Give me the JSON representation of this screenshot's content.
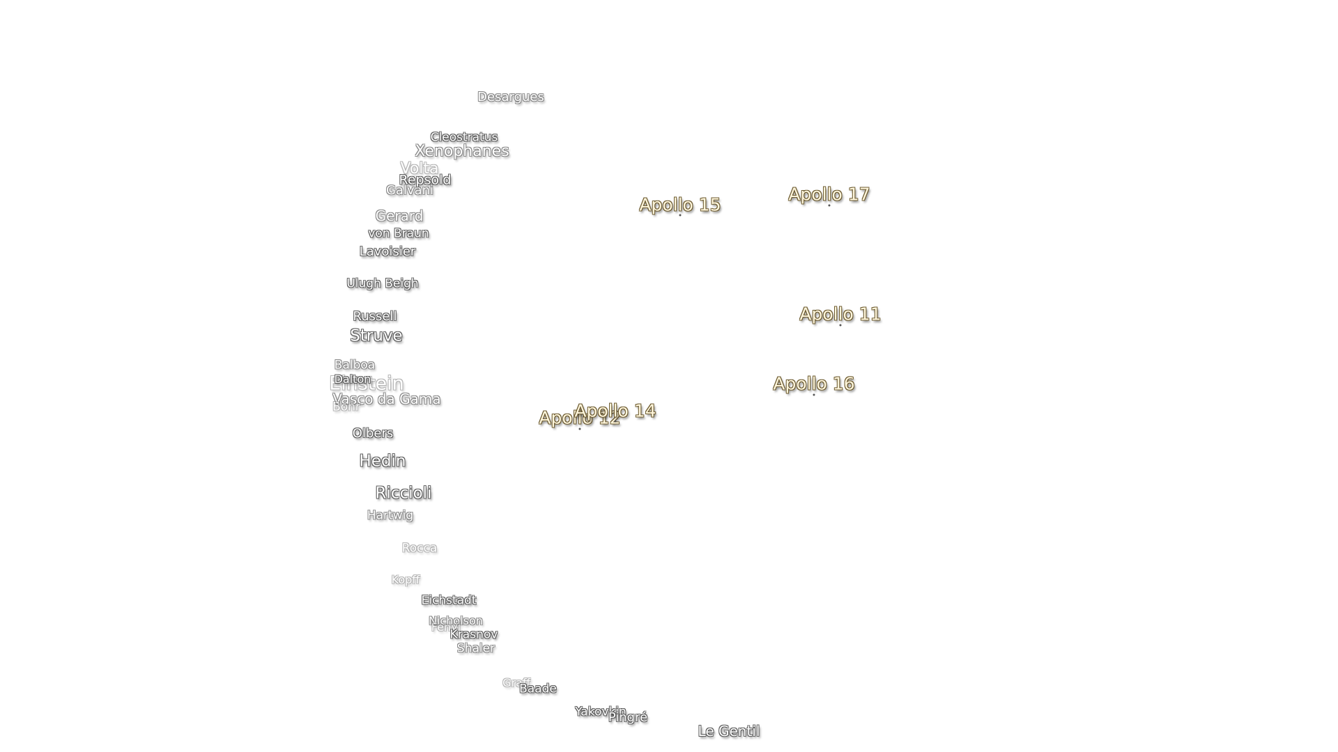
{
  "map": {
    "craters": [
      {
        "name": "Desargues",
        "tier": "mid"
      },
      {
        "name": "Cleostratus",
        "tier": "normal"
      },
      {
        "name": "Xenophanes",
        "tier": "mid"
      },
      {
        "name": "Volta",
        "tier": "faint"
      },
      {
        "name": "Repsold",
        "tier": "normal"
      },
      {
        "name": "Galvani",
        "tier": "mid"
      },
      {
        "name": "Gerard",
        "tier": "mid"
      },
      {
        "name": "von Braun",
        "tier": "normal"
      },
      {
        "name": "Lavoisier",
        "tier": "normal"
      },
      {
        "name": "Ulugh Beigh",
        "tier": "normal"
      },
      {
        "name": "Russell",
        "tier": "normal"
      },
      {
        "name": "Struve",
        "tier": "normal"
      },
      {
        "name": "Balboa",
        "tier": "mid"
      },
      {
        "name": "Dalton",
        "tier": "normal"
      },
      {
        "name": "Einstein",
        "tier": "faint"
      },
      {
        "name": "Vasco da Gama",
        "tier": "mid"
      },
      {
        "name": "Bohr",
        "tier": "faint"
      },
      {
        "name": "Olbers",
        "tier": "normal"
      },
      {
        "name": "Hedin",
        "tier": "normal"
      },
      {
        "name": "Riccioli",
        "tier": "normal"
      },
      {
        "name": "Hartwig",
        "tier": "mid"
      },
      {
        "name": "Rocca",
        "tier": "faint"
      },
      {
        "name": "Kopff",
        "tier": "faint"
      },
      {
        "name": "Eichstadt",
        "tier": "normal"
      },
      {
        "name": "Nicholson",
        "tier": "mid"
      },
      {
        "name": "Fenyi",
        "tier": "faint"
      },
      {
        "name": "Krasnov",
        "tier": "normal"
      },
      {
        "name": "Shaler",
        "tier": "mid"
      },
      {
        "name": "Graff",
        "tier": "faint"
      },
      {
        "name": "Baade",
        "tier": "normal"
      },
      {
        "name": "Yakovkin",
        "tier": "normal"
      },
      {
        "name": "Pingré",
        "tier": "normal"
      },
      {
        "name": "Le Gentil",
        "tier": "normal"
      }
    ],
    "apollo_sites": [
      {
        "name": "Apollo 15"
      },
      {
        "name": "Apollo 17"
      },
      {
        "name": "Apollo 11"
      },
      {
        "name": "Apollo 16"
      },
      {
        "name": "Apollo 14"
      },
      {
        "name": "Apollo 12"
      }
    ]
  }
}
